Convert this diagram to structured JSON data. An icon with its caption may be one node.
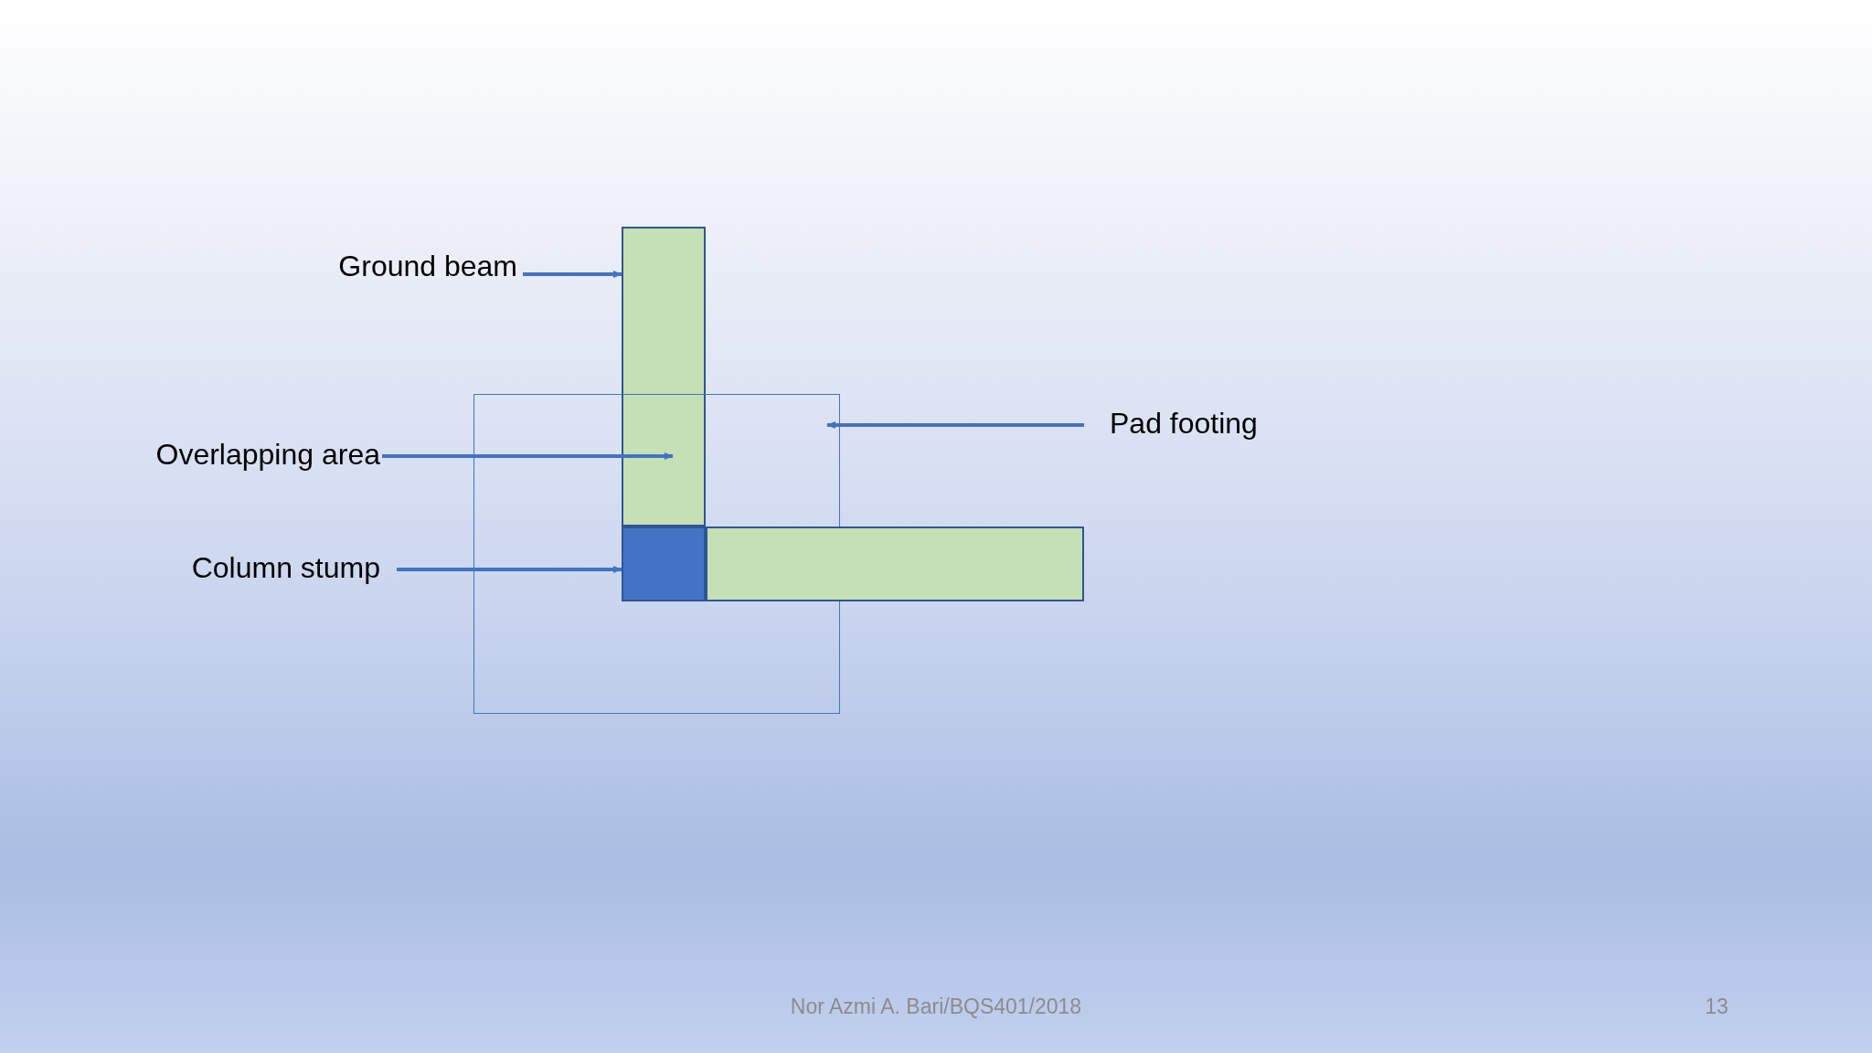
{
  "diagram": {
    "nodes": [
      {
        "text": [
          "Ground beam"
        ]
      },
      {
        "text": [
          "Overlapping area"
        ]
      },
      {
        "text": [
          "Column stump"
        ]
      },
      {
        "text": [
          "Pad footing"
        ]
      },
      {
        "text": [],
        "shape": "box"
      },
      {
        "text": [],
        "shape": "box"
      },
      {
        "text": [],
        "shape": "box",
        "in": 5
      },
      {
        "text": [],
        "shape": "box"
      }
    ],
    "edges": [
      {
        "from": 0,
        "to": 4,
        "arrow": "to"
      },
      {
        "from": 1,
        "to": 4,
        "arrow": "to"
      },
      {
        "from": 2,
        "to": 6,
        "arrow": "to"
      },
      {
        "from": 3,
        "to": 5,
        "arrow": "to"
      }
    ],
    "labels": [
      "Nor Azmi A. Bari/BQS401/2018",
      "13"
    ]
  }
}
